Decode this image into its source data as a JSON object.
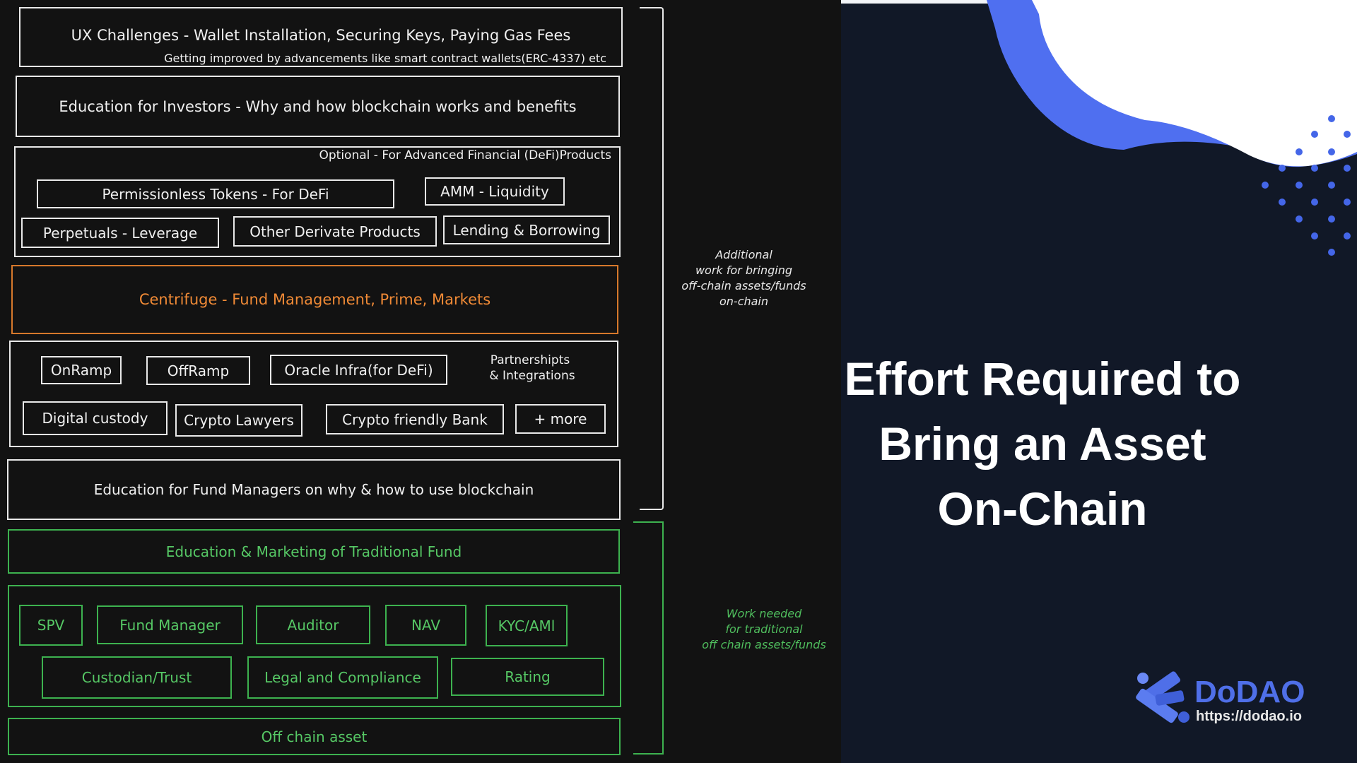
{
  "diagram": {
    "ux_challenges": {
      "title": "UX Challenges - Wallet Installation, Securing Keys, Paying Gas Fees",
      "subtitle": "Getting improved by advancements like smart contract wallets(ERC-4337) etc"
    },
    "education_investors": "Education for Investors - Why and how blockchain works and benefits",
    "defi": {
      "label": "Optional - For Advanced Financial (DeFi)Products",
      "items": [
        "Permissionless Tokens - For DeFi",
        "AMM - Liquidity",
        "Perpetuals - Leverage",
        "Other Derivate Products",
        "Lending & Borrowing"
      ]
    },
    "centrifuge": "Centrifuge - Fund Management, Prime, Markets",
    "partnerships": {
      "label_line1": "Partnershipts",
      "label_line2": "& Integrations",
      "items": [
        "OnRamp",
        "OffRamp",
        "Oracle Infra(for DeFi)",
        "Digital custody",
        "Crypto Lawyers",
        "Crypto friendly Bank",
        "+ more"
      ]
    },
    "education_fund_managers": "Education for Fund Managers on why & how to use blockchain",
    "education_marketing": "Education & Marketing of Traditional Fund",
    "traditional": {
      "items": [
        "SPV",
        "Fund Manager",
        "Auditor",
        "NAV",
        "KYC/AMl",
        "Custodian/Trust",
        "Legal and Compliance",
        "Rating"
      ]
    },
    "off_chain_asset": "Off chain asset",
    "notes": {
      "onchain": [
        "Additional",
        "work for bringing",
        "off-chain assets/funds",
        "on-chain"
      ],
      "traditional": [
        "Work needed",
        "for traditional",
        "off chain assets/funds"
      ]
    }
  },
  "headline": {
    "line1": "Effort Required to",
    "line2": "Bring an Asset",
    "line3": "On-Chain"
  },
  "brand": {
    "name": "DoDAO",
    "url": "https://dodao.io"
  },
  "colors": {
    "orange": "#d7782b",
    "green": "#3db24f",
    "brand_blue": "#4f6fe8"
  }
}
